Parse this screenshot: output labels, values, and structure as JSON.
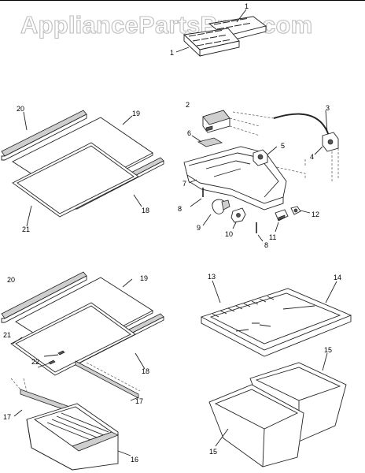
{
  "watermark": "AppliancePartsPros.com",
  "callouts": {
    "ice_tray_top": "1",
    "ice_tray_left": "1",
    "upper_trim_front": "20",
    "upper_glass": "19",
    "upper_trim_rear": "18",
    "upper_frame": "21",
    "cover": "2",
    "harness": "3",
    "connector": "4",
    "lamp_socket": "5",
    "bracket": "6",
    "housing": "7",
    "screw_left": "8",
    "bulb": "9",
    "knob": "10",
    "screw_bottom": "8",
    "switch": "11",
    "plug": "12",
    "lower_trim_front": "20",
    "lower_glass": "19",
    "lower_trim_rear": "18",
    "lower_frame": "21",
    "clips": "22",
    "rail_right": "17",
    "rail_left": "17",
    "crisper_drawer": "16",
    "crisper_cover_frame": "13",
    "crisper_cover_glass": "14",
    "bin_right": "15",
    "bin_left": "15"
  }
}
